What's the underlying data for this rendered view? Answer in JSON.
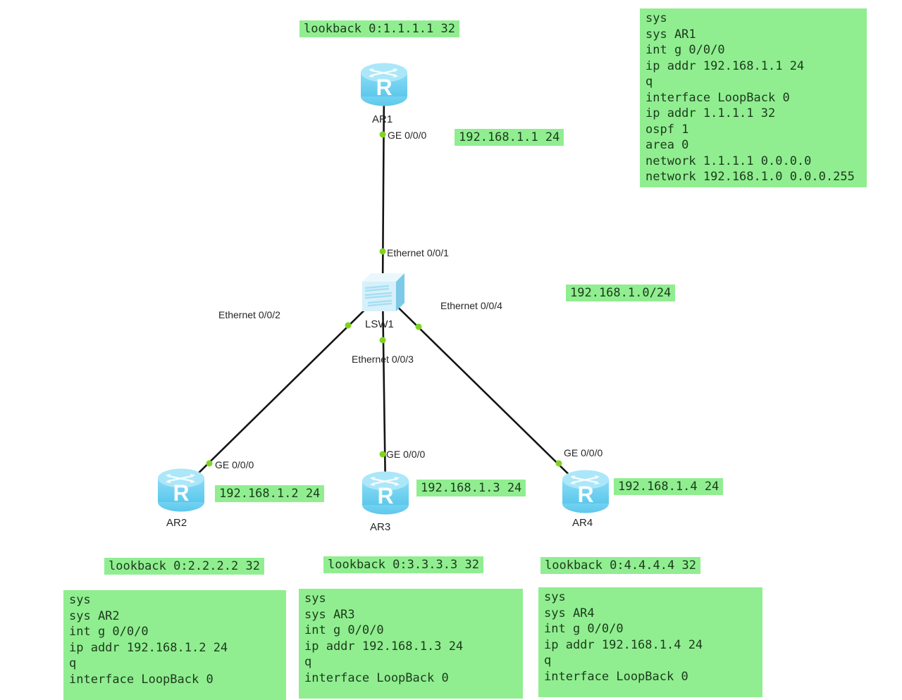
{
  "devices": {
    "ar1": {
      "label": "AR1",
      "type": "router"
    },
    "ar2": {
      "label": "AR2",
      "type": "router"
    },
    "ar3": {
      "label": "AR3",
      "type": "router"
    },
    "ar4": {
      "label": "AR4",
      "type": "router"
    },
    "lsw1": {
      "label": "LSW1",
      "type": "switch"
    }
  },
  "ports": {
    "ar1_ge0": "GE 0/0/0",
    "ar2_ge0": "GE 0/0/0",
    "ar3_ge0": "GE 0/0/0",
    "ar4_ge0": "GE 0/0/0",
    "lsw1_eth1": "Ethernet 0/0/1",
    "lsw1_eth2": "Ethernet 0/0/2",
    "lsw1_eth3": "Ethernet 0/0/3",
    "lsw1_eth4": "Ethernet 0/0/4"
  },
  "annotations": {
    "ar1_loopback": "lookback 0:1.1.1.1 32",
    "ar2_loopback": "lookback 0:2.2.2.2 32",
    "ar3_loopback": "lookback 0:3.3.3.3 32",
    "ar4_loopback": "lookback 0:4.4.4.4 32",
    "ar1_ip": "192.168.1.1 24",
    "ar2_ip": "192.168.1.2 24",
    "ar3_ip": "192.168.1.3 24",
    "ar4_ip": "192.168.1.4 24",
    "subnet": "192.168.1.0/24"
  },
  "config_boxes": {
    "ar1": [
      "sys",
      "sys AR1",
      "int g 0/0/0",
      "ip addr 192.168.1.1 24",
      "q",
      "interface LoopBack 0",
      "ip addr 1.1.1.1 32",
      "ospf 1",
      "area 0",
      "network 1.1.1.1 0.0.0.0",
      "network 192.168.1.0 0.0.0.255"
    ],
    "ar2": [
      "sys",
      "sys AR2",
      "int g 0/0/0",
      "ip addr 192.168.1.2 24",
      "q",
      "interface LoopBack 0"
    ],
    "ar3": [
      "sys",
      "sys AR3",
      "int g 0/0/0",
      "ip addr 192.168.1.3 24",
      "q",
      "interface LoopBack 0"
    ],
    "ar4": [
      "sys",
      "sys AR4",
      "int g 0/0/0",
      "ip addr 192.168.1.4 24",
      "q",
      "interface LoopBack 0"
    ]
  },
  "colors": {
    "annotation_bg": "#90ee90",
    "annotation_text": "#1c3a1c",
    "label_text": "#262626",
    "link_color": "#141414",
    "port_dot": "#7fd41f",
    "device_blue": "#7fd6f2"
  }
}
